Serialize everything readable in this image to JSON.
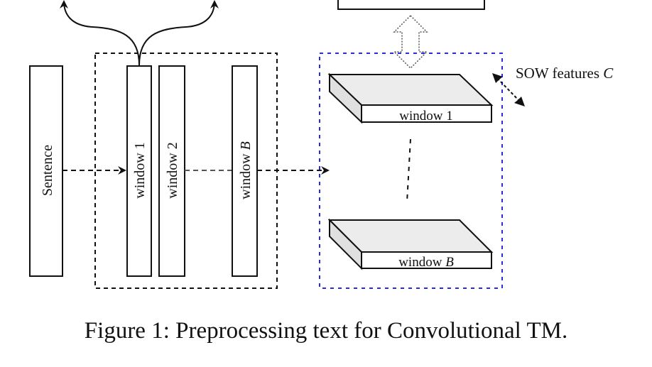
{
  "diagram": {
    "sentence_label": "Sentence",
    "windows": [
      {
        "prefix": "window ",
        "index": "1"
      },
      {
        "prefix": "window ",
        "index": "2"
      },
      {
        "prefix": "window ",
        "index": "B"
      }
    ],
    "slabs": [
      {
        "prefix": "window ",
        "index": "1"
      },
      {
        "prefix": "window ",
        "index": "B"
      }
    ],
    "sow_label": "SOW features ",
    "sow_symbol": "C",
    "colors": {
      "stroke": "#111111",
      "blue_box": "#2a2ae0",
      "slab_top": "#ececec",
      "slab_side": "#e0e0e0"
    }
  },
  "caption": "Figure 1: Preprocessing text for Convolutional TM."
}
